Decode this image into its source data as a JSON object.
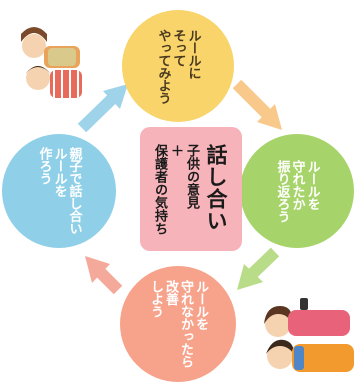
{
  "title": "話し合い",
  "subtitle": "子供の意見\n＋\n保護者の気持ち",
  "steps": {
    "top": "ルールに\nそって\nやってみよう",
    "right": "ルールを\n守れたか\n振り返ろう",
    "bottom": "ルールを\n守れなかったら\n改善\nしよう",
    "left": "親子で話し合い\nルールを\n作ろう"
  },
  "colors": {
    "top": "#f8d46a",
    "right": "#a7d46a",
    "bottom": "#f7a38c",
    "left": "#8fd0e8",
    "center": "#f6b3ba",
    "arrow_top_right": "#f9c98c",
    "arrow_right_bottom": "#b8dc88",
    "arrow_bottom_left": "#f4a99a",
    "arrow_left_top": "#9fd3ea"
  }
}
